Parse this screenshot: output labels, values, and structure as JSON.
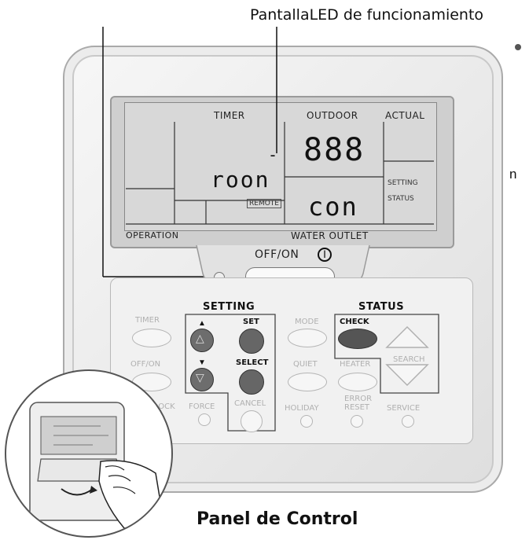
{
  "annotations": {
    "led_caption": "PantallaLED de funcionamiento",
    "side_char": "n",
    "bottom_caption": "Panel de Control"
  },
  "display": {
    "timer": "TIMER",
    "outdoor": "OUTDOOR",
    "actual": "ACTUAL",
    "seg_top": "888",
    "seg_room": "roon",
    "seg_con": "con",
    "remote": "REMOTE",
    "setting": "SETTING",
    "status": "STATUS",
    "operation": "OPERATION",
    "water_outlet": "WATER OUTLET",
    "dash": "-"
  },
  "power": {
    "label": "OFF/ON",
    "icon": "power-icon"
  },
  "controls": {
    "setting_title": "SETTING",
    "status_title": "STATUS",
    "timer": "TIMER",
    "offon": "OFF/ON",
    "lock": "LOCK",
    "set": "SET",
    "select": "SELECT",
    "force": "FORCE",
    "cancel": "CANCEL",
    "mode": "MODE",
    "check": "CHECK",
    "quiet": "QUIET",
    "heater": "HEATER",
    "holiday": "HOLIDAY",
    "error_reset_1": "ERROR",
    "error_reset_2": "RESET",
    "search": "SEARCH",
    "service": "SERVICE"
  },
  "colors": {
    "body": "#e6e6e6",
    "lcd": "#d8d8d8",
    "dark_button": "#555555"
  }
}
